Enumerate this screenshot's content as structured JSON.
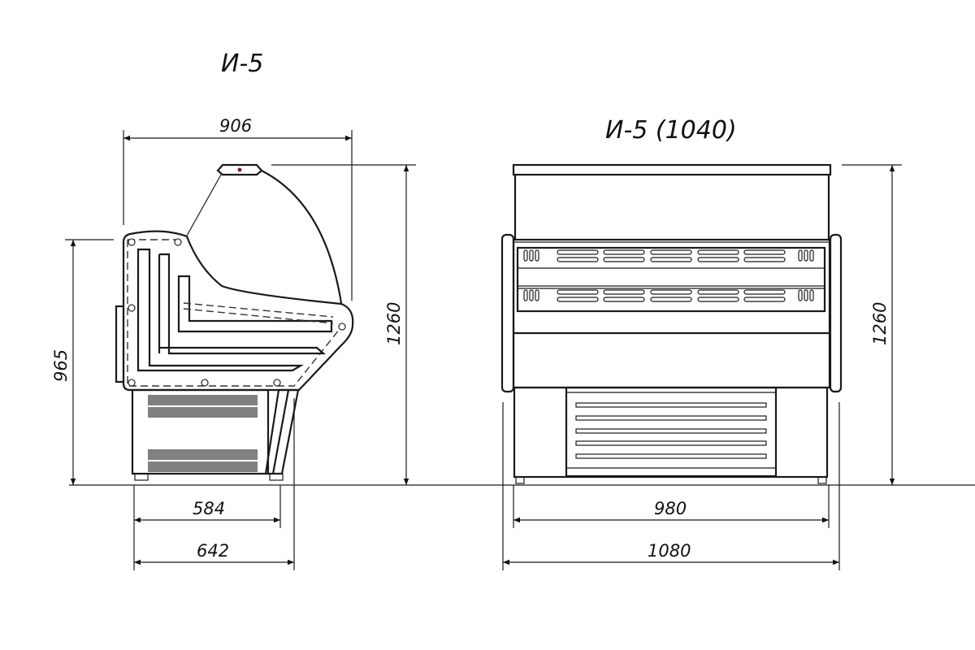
{
  "side_view": {
    "title": "И-5",
    "width_label": "906",
    "height_label": "1260",
    "counter_height_label": "965",
    "base_depth_label": "584",
    "overall_depth_label": "642"
  },
  "front_view": {
    "title": "И-5 (1040)",
    "height_label": "1260",
    "inner_width_label": "980",
    "overall_width_label": "1080"
  },
  "colors": {
    "line": "#1a1a1a",
    "indicator": "#8b1a1a"
  }
}
